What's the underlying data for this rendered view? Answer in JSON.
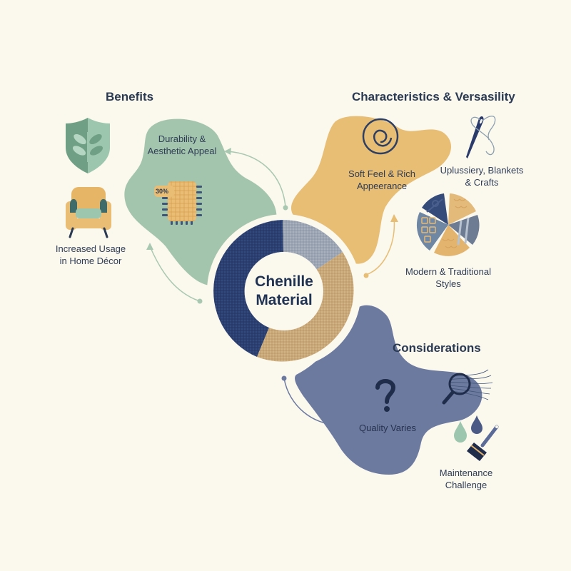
{
  "center": {
    "line1": "Chenille",
    "line2": "Material"
  },
  "colors": {
    "background": "#fbf8ee",
    "benefits_blob": "#a3c5ad",
    "characteristics_blob": "#e8bd74",
    "considerations_blob": "#6d7aa0",
    "navy": "#263c66",
    "grey_blue": "#9aa3b0",
    "tan": "#c8a572",
    "text": "#2a3a52"
  },
  "benefits": {
    "heading": "Benefits",
    "items": [
      {
        "icon": "shield-leaf-icon",
        "label": ""
      },
      {
        "icon": "fabric-swatch-icon",
        "label_line1": "Durability &",
        "label_line2": "Aesthetic Appeal",
        "badge": "30%"
      },
      {
        "icon": "armchair-icon",
        "label_line1": "Increased Usage",
        "label_line2": "in Home Décor"
      }
    ]
  },
  "characteristics": {
    "heading": "Characteristics & Versasility",
    "items": [
      {
        "icon": "spiral-icon",
        "label_line1": "Soft Feel & Rich",
        "label_line2": "Appeerance"
      },
      {
        "icon": "needle-thread-icon",
        "label_line1": "Uplussiery, Blankets",
        "label_line2": "& Crafts"
      },
      {
        "icon": "pattern-pie-icon",
        "label_line1": "Modern & Traditional",
        "label_line2": "Styles"
      }
    ]
  },
  "considerations": {
    "heading": "Considerations",
    "items": [
      {
        "icon": "question-mark-icon",
        "label": "Quality Varies"
      },
      {
        "icon": "magnifier-fibers-icon",
        "label": ""
      },
      {
        "icon": "droplets-brush-icon",
        "label_line1": "Maintenance",
        "label_line2": "Challenge"
      }
    ]
  }
}
